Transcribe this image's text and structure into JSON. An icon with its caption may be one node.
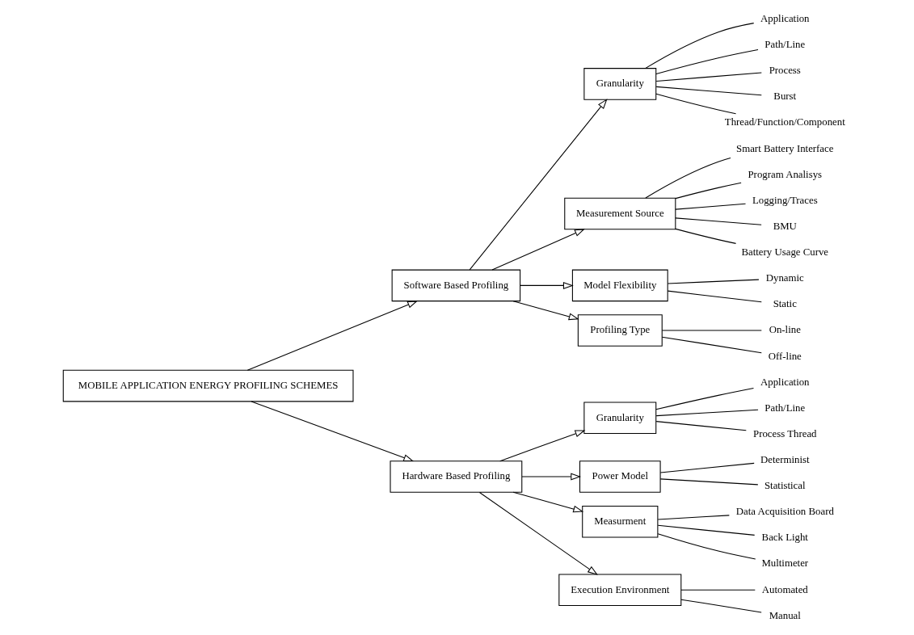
{
  "diagram": {
    "nodes": [
      {
        "text": [
          "MOBILE APPLICATION ENERGY PROFILING SCHEMES"
        ]
      },
      {
        "text": [
          "Software Based Profiling"
        ]
      },
      {
        "text": [
          "Hardware Based Profiling"
        ]
      },
      {
        "text": [
          "Granularity"
        ]
      },
      {
        "text": [
          "Application"
        ]
      },
      {
        "text": [
          "Path/Line"
        ]
      },
      {
        "text": [
          "Process"
        ]
      },
      {
        "text": [
          "Burst"
        ]
      },
      {
        "text": [
          "Thread/Function/Component"
        ]
      },
      {
        "text": [
          "Measurement Source"
        ]
      },
      {
        "text": [
          "Smart Battery Interface"
        ]
      },
      {
        "text": [
          "Program Analisys"
        ]
      },
      {
        "text": [
          "Logging/Traces"
        ]
      },
      {
        "text": [
          "BMU"
        ]
      },
      {
        "text": [
          "Battery Usage Curve"
        ]
      },
      {
        "text": [
          "Model Flexibility"
        ]
      },
      {
        "text": [
          "Dynamic"
        ]
      },
      {
        "text": [
          "Static"
        ]
      },
      {
        "text": [
          "Profiling Type"
        ]
      },
      {
        "text": [
          "On-line"
        ]
      },
      {
        "text": [
          "Off-line"
        ]
      },
      {
        "text": [
          "Granularity"
        ]
      },
      {
        "text": [
          "Application"
        ]
      },
      {
        "text": [
          "Path/Line"
        ]
      },
      {
        "text": [
          "Process Thread"
        ]
      },
      {
        "text": [
          "Power Model"
        ]
      },
      {
        "text": [
          "Determinist"
        ]
      },
      {
        "text": [
          "Statistical"
        ]
      },
      {
        "text": [
          "Measurment"
        ]
      },
      {
        "text": [
          "Data Acquisition Board"
        ]
      },
      {
        "text": [
          "Back Light"
        ]
      },
      {
        "text": [
          "Multimeter"
        ]
      },
      {
        "text": [
          "Execution Environment"
        ]
      },
      {
        "text": [
          "Automated"
        ]
      },
      {
        "text": [
          "Manual"
        ]
      }
    ],
    "edges": [
      {
        "from": 0,
        "to": 1,
        "arrow": "to"
      },
      {
        "from": 0,
        "to": 2,
        "arrow": "to"
      },
      {
        "from": 1,
        "to": 3,
        "arrow": "to"
      },
      {
        "from": 1,
        "to": 9,
        "arrow": "to"
      },
      {
        "from": 1,
        "to": 15,
        "arrow": "to"
      },
      {
        "from": 1,
        "to": 18,
        "arrow": "to"
      },
      {
        "from": 3,
        "to": 4,
        "arrow": "none"
      },
      {
        "from": 3,
        "to": 5,
        "arrow": "none"
      },
      {
        "from": 3,
        "to": 6,
        "arrow": "none"
      },
      {
        "from": 3,
        "to": 7,
        "arrow": "none"
      },
      {
        "from": 3,
        "to": 8,
        "arrow": "none"
      },
      {
        "from": 9,
        "to": 10,
        "arrow": "none"
      },
      {
        "from": 9,
        "to": 11,
        "arrow": "none"
      },
      {
        "from": 9,
        "to": 12,
        "arrow": "none"
      },
      {
        "from": 9,
        "to": 13,
        "arrow": "none"
      },
      {
        "from": 9,
        "to": 14,
        "arrow": "none"
      },
      {
        "from": 15,
        "to": 16,
        "arrow": "none"
      },
      {
        "from": 15,
        "to": 17,
        "arrow": "none"
      },
      {
        "from": 18,
        "to": 19,
        "arrow": "none"
      },
      {
        "from": 18,
        "to": 20,
        "arrow": "none"
      },
      {
        "from": 2,
        "to": 21,
        "arrow": "to"
      },
      {
        "from": 2,
        "to": 25,
        "arrow": "to"
      },
      {
        "from": 2,
        "to": 28,
        "arrow": "to"
      },
      {
        "from": 2,
        "to": 32,
        "arrow": "to"
      },
      {
        "from": 21,
        "to": 22,
        "arrow": "none"
      },
      {
        "from": 21,
        "to": 23,
        "arrow": "none"
      },
      {
        "from": 21,
        "to": 24,
        "arrow": "none"
      },
      {
        "from": 25,
        "to": 26,
        "arrow": "none"
      },
      {
        "from": 25,
        "to": 27,
        "arrow": "none"
      },
      {
        "from": 28,
        "to": 29,
        "arrow": "none"
      },
      {
        "from": 28,
        "to": 30,
        "arrow": "none"
      },
      {
        "from": 28,
        "to": 31,
        "arrow": "none"
      },
      {
        "from": 32,
        "to": 33,
        "arrow": "none"
      },
      {
        "from": 32,
        "to": 34,
        "arrow": "none"
      }
    ]
  }
}
